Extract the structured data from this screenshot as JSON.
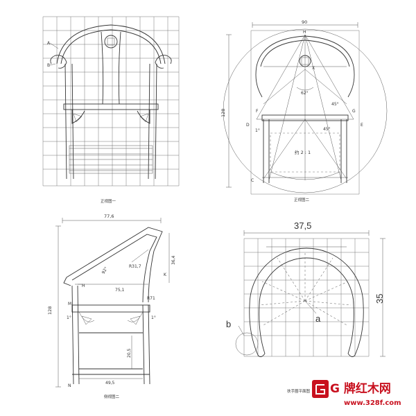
{
  "front_view_1": {
    "caption": "正视图一",
    "point_a": "A",
    "point_b": "B"
  },
  "front_view_2": {
    "caption": "正视图二",
    "width_dim": "90",
    "height_dim": "128",
    "angle_top": "62°",
    "angle_45": "45°",
    "angle_45b": "45°",
    "ratio_label": "约 2 : 1",
    "pt_h": "H",
    "pt_x": "X",
    "pt_f": "F",
    "pt_g": "G",
    "pt_d": "D",
    "pt_e": "E",
    "pt_c": "C",
    "pt_1": "1°"
  },
  "side_view": {
    "caption": "侧视图二",
    "width_dim": "77,6",
    "height_dim": "128",
    "angle_back": "92°",
    "radius_r317": "R31,7",
    "dim_364": "36,4",
    "dim_751": "75,1",
    "radius_r71": "R71",
    "dim_205": "20,5",
    "dim_495": "49,5",
    "pt_h": "H",
    "pt_k": "K",
    "pt_m": "M",
    "pt_n": "N",
    "pt_1a": "1°",
    "pt_1b": "1°"
  },
  "plan_view": {
    "caption": "扶手圈平面图",
    "width_dim": "37,5",
    "height_dim": "35",
    "pt_a": "a",
    "pt_b": "b"
  },
  "watermark": {
    "brand": "G 牌红木网",
    "url": "www.328f.com"
  }
}
